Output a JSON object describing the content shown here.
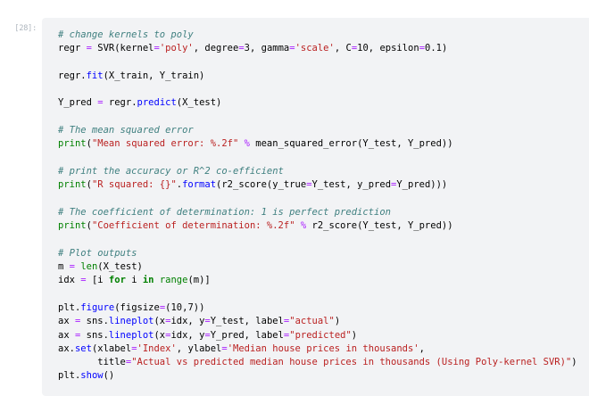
{
  "cell": {
    "prompt_label": "[28]:",
    "kind": "code",
    "language": "python",
    "background_color": "#f2f3f5",
    "prompt_color": "#adb5bd"
  },
  "syntax_colors": {
    "comment": "#408080",
    "string": "#ba2121",
    "number": "#080808",
    "builtin": "#008000",
    "function": "#0000ff",
    "keyword": "#008000",
    "operator": "#aa22ff",
    "plain": "#000000"
  },
  "code": {
    "lines": [
      [
        {
          "t": "# change kernels to poly",
          "c": "comment"
        }
      ],
      [
        {
          "t": "regr ",
          "c": "plain"
        },
        {
          "t": "=",
          "c": "op"
        },
        {
          "t": " SVR(kernel",
          "c": "plain"
        },
        {
          "t": "=",
          "c": "op"
        },
        {
          "t": "'poly'",
          "c": "string"
        },
        {
          "t": ", degree",
          "c": "plain"
        },
        {
          "t": "=",
          "c": "op"
        },
        {
          "t": "3",
          "c": "number"
        },
        {
          "t": ", gamma",
          "c": "plain"
        },
        {
          "t": "=",
          "c": "op"
        },
        {
          "t": "'scale'",
          "c": "string"
        },
        {
          "t": ", C",
          "c": "plain"
        },
        {
          "t": "=",
          "c": "op"
        },
        {
          "t": "10",
          "c": "number"
        },
        {
          "t": ", epsilon",
          "c": "plain"
        },
        {
          "t": "=",
          "c": "op"
        },
        {
          "t": "0.1",
          "c": "number"
        },
        {
          "t": ")",
          "c": "plain"
        }
      ],
      [],
      [
        {
          "t": "regr.",
          "c": "plain"
        },
        {
          "t": "fit",
          "c": "func"
        },
        {
          "t": "(X_train, Y_train)",
          "c": "plain"
        }
      ],
      [],
      [
        {
          "t": "Y_pred ",
          "c": "plain"
        },
        {
          "t": "=",
          "c": "op"
        },
        {
          "t": " regr.",
          "c": "plain"
        },
        {
          "t": "predict",
          "c": "func"
        },
        {
          "t": "(X_test)",
          "c": "plain"
        }
      ],
      [],
      [
        {
          "t": "# The mean squared error",
          "c": "comment"
        }
      ],
      [
        {
          "t": "print",
          "c": "builtin"
        },
        {
          "t": "(",
          "c": "plain"
        },
        {
          "t": "\"Mean squared error: %.2f\"",
          "c": "string"
        },
        {
          "t": " ",
          "c": "plain"
        },
        {
          "t": "%",
          "c": "op"
        },
        {
          "t": " mean_squared_error(Y_test, Y_pred))",
          "c": "plain"
        }
      ],
      [],
      [
        {
          "t": "# print the accuracy or R^2 co-efficient",
          "c": "comment"
        }
      ],
      [
        {
          "t": "print",
          "c": "builtin"
        },
        {
          "t": "(",
          "c": "plain"
        },
        {
          "t": "\"R squared: {}\"",
          "c": "string"
        },
        {
          "t": ".",
          "c": "plain"
        },
        {
          "t": "format",
          "c": "func"
        },
        {
          "t": "(r2_score(y_true",
          "c": "plain"
        },
        {
          "t": "=",
          "c": "op"
        },
        {
          "t": "Y_test, y_pred",
          "c": "plain"
        },
        {
          "t": "=",
          "c": "op"
        },
        {
          "t": "Y_pred)))",
          "c": "plain"
        }
      ],
      [],
      [
        {
          "t": "# The coefficient of determination: 1 is perfect prediction",
          "c": "comment"
        }
      ],
      [
        {
          "t": "print",
          "c": "builtin"
        },
        {
          "t": "(",
          "c": "plain"
        },
        {
          "t": "\"Coefficient of determination: %.2f\"",
          "c": "string"
        },
        {
          "t": " ",
          "c": "plain"
        },
        {
          "t": "%",
          "c": "op"
        },
        {
          "t": " r2_score(Y_test, Y_pred))",
          "c": "plain"
        }
      ],
      [],
      [
        {
          "t": "# Plot outputs",
          "c": "comment"
        }
      ],
      [
        {
          "t": "m ",
          "c": "plain"
        },
        {
          "t": "=",
          "c": "op"
        },
        {
          "t": " ",
          "c": "plain"
        },
        {
          "t": "len",
          "c": "builtin"
        },
        {
          "t": "(X_test)",
          "c": "plain"
        }
      ],
      [
        {
          "t": "idx ",
          "c": "plain"
        },
        {
          "t": "=",
          "c": "op"
        },
        {
          "t": " [i ",
          "c": "plain"
        },
        {
          "t": "for",
          "c": "keyword"
        },
        {
          "t": " i ",
          "c": "plain"
        },
        {
          "t": "in",
          "c": "keyword"
        },
        {
          "t": " ",
          "c": "plain"
        },
        {
          "t": "range",
          "c": "builtin"
        },
        {
          "t": "(m)]",
          "c": "plain"
        }
      ],
      [],
      [
        {
          "t": "plt.",
          "c": "plain"
        },
        {
          "t": "figure",
          "c": "func"
        },
        {
          "t": "(figsize",
          "c": "plain"
        },
        {
          "t": "=",
          "c": "op"
        },
        {
          "t": "(",
          "c": "plain"
        },
        {
          "t": "10",
          "c": "number"
        },
        {
          "t": ",",
          "c": "plain"
        },
        {
          "t": "7",
          "c": "number"
        },
        {
          "t": "))",
          "c": "plain"
        }
      ],
      [
        {
          "t": "ax ",
          "c": "plain"
        },
        {
          "t": "=",
          "c": "op"
        },
        {
          "t": " sns.",
          "c": "plain"
        },
        {
          "t": "lineplot",
          "c": "func"
        },
        {
          "t": "(x",
          "c": "plain"
        },
        {
          "t": "=",
          "c": "op"
        },
        {
          "t": "idx, y",
          "c": "plain"
        },
        {
          "t": "=",
          "c": "op"
        },
        {
          "t": "Y_test, label",
          "c": "plain"
        },
        {
          "t": "=",
          "c": "op"
        },
        {
          "t": "\"actual\"",
          "c": "string"
        },
        {
          "t": ")",
          "c": "plain"
        }
      ],
      [
        {
          "t": "ax ",
          "c": "plain"
        },
        {
          "t": "=",
          "c": "op"
        },
        {
          "t": " sns.",
          "c": "plain"
        },
        {
          "t": "lineplot",
          "c": "func"
        },
        {
          "t": "(x",
          "c": "plain"
        },
        {
          "t": "=",
          "c": "op"
        },
        {
          "t": "idx, y",
          "c": "plain"
        },
        {
          "t": "=",
          "c": "op"
        },
        {
          "t": "Y_pred, label",
          "c": "plain"
        },
        {
          "t": "=",
          "c": "op"
        },
        {
          "t": "\"predicted\"",
          "c": "string"
        },
        {
          "t": ")",
          "c": "plain"
        }
      ],
      [
        {
          "t": "ax.",
          "c": "plain"
        },
        {
          "t": "set",
          "c": "func"
        },
        {
          "t": "(xlabel",
          "c": "plain"
        },
        {
          "t": "=",
          "c": "op"
        },
        {
          "t": "'Index'",
          "c": "string"
        },
        {
          "t": ", ylabel",
          "c": "plain"
        },
        {
          "t": "=",
          "c": "op"
        },
        {
          "t": "'Median house prices in thousands'",
          "c": "string"
        },
        {
          "t": ",",
          "c": "plain"
        }
      ],
      [
        {
          "t": "       title",
          "c": "plain"
        },
        {
          "t": "=",
          "c": "op"
        },
        {
          "t": "\"Actual vs predicted median house prices in thousands (Using Poly-kernel SVR)\"",
          "c": "string"
        },
        {
          "t": ")",
          "c": "plain"
        }
      ],
      [
        {
          "t": "plt.",
          "c": "plain"
        },
        {
          "t": "show",
          "c": "func"
        },
        {
          "t": "()",
          "c": "plain"
        }
      ]
    ]
  }
}
